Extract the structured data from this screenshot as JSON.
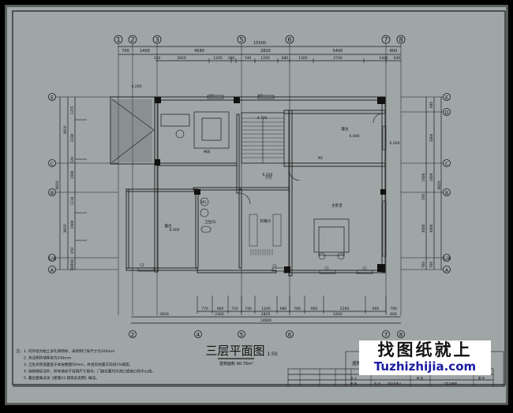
{
  "colors": {
    "paper": "#9fa6a6",
    "line": "#1a1a1a",
    "frame": "#000000",
    "watermark_text": "#111111",
    "watermark_url": "#1a1aa0"
  },
  "axes": {
    "vertical": [
      "1",
      "2",
      "3",
      "5",
      "6",
      "7",
      "8"
    ],
    "vertical_bottom": [
      "2",
      "4",
      "5",
      "6",
      "7",
      "8"
    ],
    "horizontal_left": [
      "E",
      "C",
      "B",
      "1/A",
      "A"
    ],
    "horizontal_right": [
      "E",
      "D",
      "C",
      "B",
      "1/A",
      "A"
    ]
  },
  "top_dims": {
    "total": "15300",
    "row2": [
      "700",
      "1400",
      "4580",
      "2820",
      "5400",
      "600"
    ],
    "row3": [
      "120",
      "2820",
      "1200",
      "360",
      "740",
      "1200",
      "680",
      "1300",
      "2700",
      "1400",
      "600"
    ]
  },
  "bottom_dims": {
    "row1": [
      "770",
      "900",
      "710",
      "740",
      "1200",
      "680",
      "760",
      "900",
      "2200",
      "900",
      "700"
    ],
    "row2": [
      "3600",
      "2360",
      "2820",
      "5400",
      "600"
    ],
    "total": "14600"
  },
  "left_dims": {
    "outer": [
      "3600",
      "3600"
    ],
    "total": "9600",
    "inner": [
      "1275",
      "2100",
      "120",
      "1600",
      "1110",
      "1600",
      "450",
      "700",
      "700"
    ]
  },
  "right_dims": {
    "outer": [
      "600",
      "2800",
      "1600",
      "3600",
      "700"
    ],
    "total": "9600",
    "inner": [
      "1600",
      "350",
      "3000",
      "700"
    ]
  },
  "rooms": [
    {
      "label": "书房"
    },
    {
      "label": "露台",
      "elev": "6.000"
    },
    {
      "label": "露台",
      "elev": "6.000"
    },
    {
      "label": "卫生间"
    },
    {
      "label": "衣帽间"
    },
    {
      "label": "主卧室"
    },
    {
      "label": "下行"
    }
  ],
  "elevations": [
    "4.200",
    "4.700",
    "6.200",
    "6.200"
  ],
  "window_tags": [
    "C1",
    "C1",
    "C1",
    "C1",
    "C2",
    "C2",
    "M2",
    "M3"
  ],
  "title": {
    "main": "三层平面图",
    "scale": "1:50",
    "area": "建筑面积 90.76m²"
  },
  "notes": {
    "prefix": "注：",
    "items": [
      "1. 内外墙为粘土多孔砖砌体，未标明门垛尺寸为200mm",
      "2. 未注明的墙厚皆为240mm",
      "3. 卫生间完成面低于本层楼面50mm，并且向地漏方向找1%坡度。",
      "4. 除特殊标注外，所有墙身于柱网尺寸居中，门窗位置均为洞口或窗口的中心线。",
      "5. 露台面做法详《建施03 建筑总说明》做法。"
    ]
  },
  "title_block": {
    "project": "遥附",
    "cells": [
      "设 计",
      "审 核",
      "校 对",
      "项目负责人",
      "审 定",
      "三层平面图",
      "图 号"
    ]
  },
  "watermark": {
    "cn": "找图纸就上",
    "en": "Tuzhizhijia.com"
  }
}
